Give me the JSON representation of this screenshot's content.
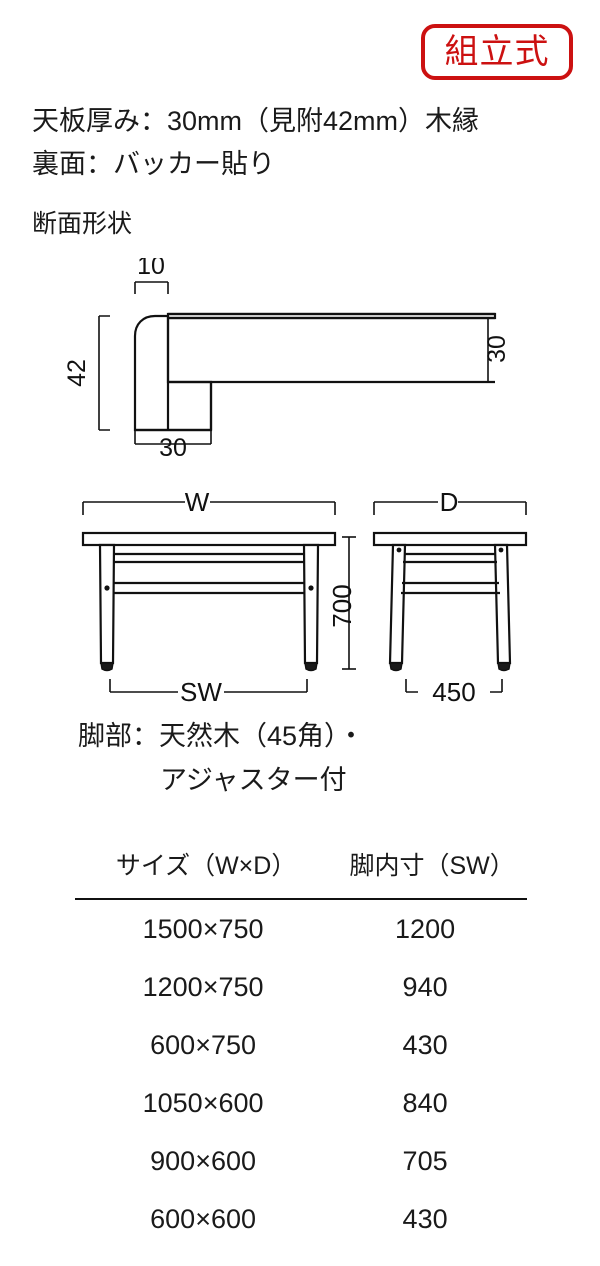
{
  "badge": {
    "label": "組立式",
    "color": "#cc1111"
  },
  "specs": {
    "top_panel": "天板厚み：30mm（見附42mm）木縁",
    "back_face": "裏面：バッカー貼り",
    "section_heading": "断面形状"
  },
  "profile_diagram": {
    "dim_top": "10",
    "dim_left": "42",
    "dim_right": "30",
    "dim_bottom": "30"
  },
  "views": {
    "front": {
      "width_label": "W",
      "inner_width_label": "SW"
    },
    "side": {
      "depth_label": "D",
      "depth_value": "450"
    },
    "height_label": "700"
  },
  "leg_note": {
    "line1": "脚部：天然木（45角）・",
    "line2": "アジャスター付"
  },
  "size_table": {
    "headers": [
      "サイズ（W×D）",
      "脚内寸（SW）"
    ],
    "rows": [
      {
        "size": "1500×750",
        "sw": "1200"
      },
      {
        "size": "1200×750",
        "sw": "940"
      },
      {
        "size": "600×750",
        "sw": "430"
      },
      {
        "size": "1050×600",
        "sw": "840"
      },
      {
        "size": "900×600",
        "sw": "705"
      },
      {
        "size": "600×600",
        "sw": "430"
      }
    ]
  }
}
